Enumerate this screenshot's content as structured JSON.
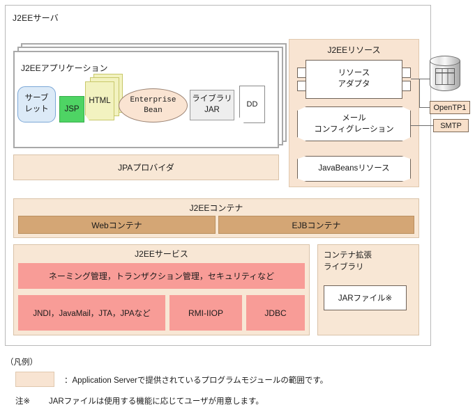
{
  "server": {
    "title": "J2EEサーバ"
  },
  "application": {
    "title": "J2EEアプリケーション",
    "components": {
      "servlet": "サーブ\nレット",
      "servlet_line1": "サーブ",
      "servlet_line2": "レット",
      "jsp": "JSP",
      "html": "HTML",
      "enterprise_bean_line1": "Enterprise",
      "enterprise_bean_line2": "Bean",
      "library_jar_line1": "ライブラリ",
      "library_jar_line2": "JAR",
      "dd": "DD"
    }
  },
  "jpa": {
    "label": "JPAプロバイダ"
  },
  "resource": {
    "title": "J2EEリソース",
    "adapter_line1": "リソース",
    "adapter_line2": "アダプタ",
    "mail_line1": "メール",
    "mail_line2": "コンフィグレーション",
    "javabeans": "JavaBeansリソース"
  },
  "external": {
    "database_icon": "database-cylinder-icon",
    "opentp1": "OpenTP1",
    "smtp": "SMTP"
  },
  "container": {
    "title": "J2EEコンテナ",
    "web": "Webコンテナ",
    "ejb": "EJBコンテナ"
  },
  "service": {
    "title": "J2EEサービス",
    "row1": "ネーミング管理，トランザクション管理，セキュリティなど",
    "jndi": "JNDI，JavaMail，JTA，JPAなど",
    "rmi": "RMI-IIOP",
    "jdbc": "JDBC"
  },
  "extension_library": {
    "title_line1": "コンテナ拡張",
    "title_line2": "ライブラリ",
    "jar_file": "JARファイル※"
  },
  "legend": {
    "heading": "（凡例）",
    "swatch_color": "#f8e4d2",
    "description": "：Application Serverで提供されているプログラムモジュールの範囲です。",
    "note_label": "注※",
    "note_text": "JARファイルは使用する機能に応じてユーザが用意します。"
  },
  "colors": {
    "panel_cream": "#f8e7d5",
    "resource_panel": "#f8e4d2",
    "container_brown": "#d4a675",
    "service_salmon": "#f89c97",
    "servlet_blue": "#dceaf7",
    "jsp_green": "#4ed464",
    "html_yellow": "#f2f2c0",
    "ebean_peach": "#fae4d2",
    "libjar_gray": "#eeeeee"
  }
}
